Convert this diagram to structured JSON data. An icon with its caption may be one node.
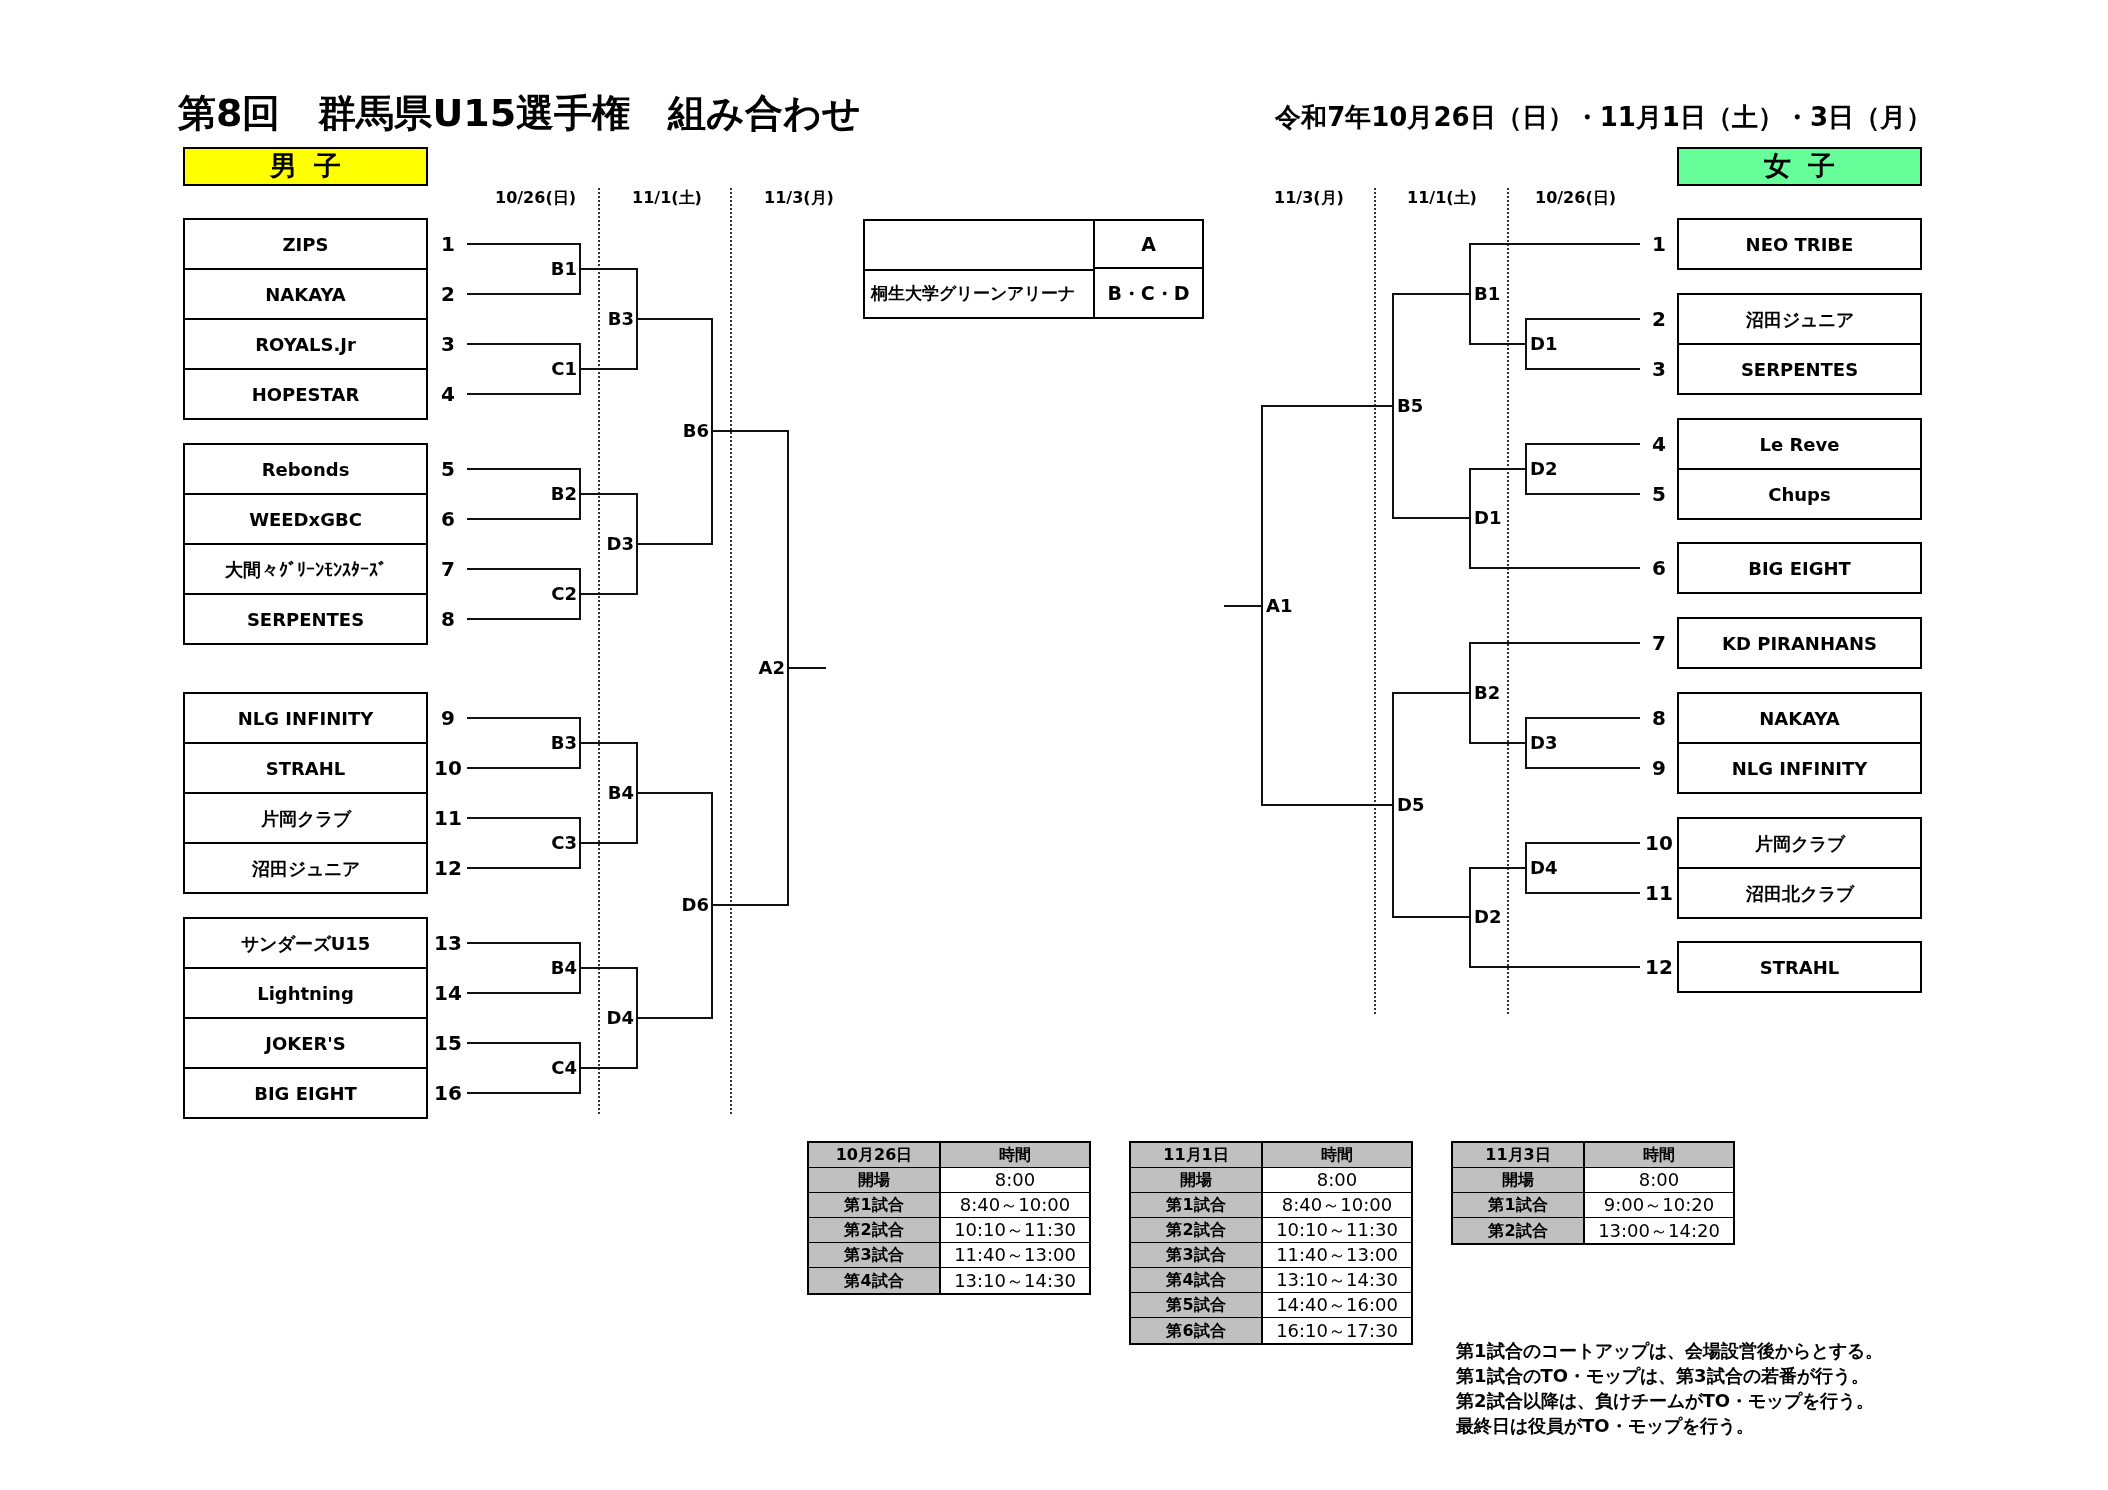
{
  "diagram": {
    "title": "第8回　群馬県U15選手権　組み合わせ",
    "nodes": [
      {
        "text": [
          "男子"
        ]
      },
      {
        "text": [
          "ZIPS"
        ],
        "beside": [
          "1"
        ]
      },
      {
        "text": [
          "NAKAYA"
        ],
        "beside": [
          "2"
        ]
      },
      {
        "text": [
          "ROYALS.Jr"
        ],
        "beside": [
          "3"
        ]
      },
      {
        "text": [
          "HOPESTAR"
        ],
        "beside": [
          "4"
        ]
      },
      {
        "text": [
          "Rebonds"
        ],
        "beside": [
          "5"
        ]
      },
      {
        "text": [
          "WEEDxGBC"
        ],
        "beside": [
          "6"
        ]
      },
      {
        "text": [
          "大間々ｸﾞﾘｰﾝﾓﾝｽﾀｰｽﾞ"
        ],
        "beside": [
          "7"
        ]
      },
      {
        "text": [
          "SERPENTES"
        ],
        "beside": [
          "8"
        ]
      },
      {
        "text": [
          "NLG INFINITY"
        ],
        "beside": [
          "9"
        ]
      },
      {
        "text": [
          "STRAHL"
        ],
        "beside": [
          "10"
        ]
      },
      {
        "text": [
          "片岡クラブ"
        ],
        "beside": [
          "11"
        ]
      },
      {
        "text": [
          "沼田ジュニア"
        ],
        "beside": [
          "12"
        ]
      },
      {
        "text": [
          "サンダーズU15"
        ],
        "beside": [
          "13"
        ]
      },
      {
        "text": [
          "Lightning"
        ],
        "beside": [
          "14"
        ]
      },
      {
        "text": [
          "JOKER'S"
        ],
        "beside": [
          "15"
        ]
      },
      {
        "text": [
          "BIG EIGHT"
        ],
        "beside": [
          "16"
        ]
      },
      {
        "text": [
          "B1"
        ]
      },
      {
        "text": [
          "C1"
        ]
      },
      {
        "text": [
          "B2"
        ]
      },
      {
        "text": [
          "C2"
        ]
      },
      {
        "text": [
          "B3"
        ]
      },
      {
        "text": [
          "C3"
        ]
      },
      {
        "text": [
          "B4"
        ]
      },
      {
        "text": [
          "C4"
        ]
      },
      {
        "text": [
          "B3"
        ]
      },
      {
        "text": [
          "D3"
        ]
      },
      {
        "text": [
          "B4"
        ]
      },
      {
        "text": [
          "D4"
        ]
      },
      {
        "text": [
          "B6"
        ]
      },
      {
        "text": [
          "D6"
        ]
      },
      {
        "text": [
          "A2"
        ]
      },
      {
        "text": [
          "女子"
        ]
      },
      {
        "text": [
          "NEO TRIBE"
        ],
        "beside": [
          "1"
        ]
      },
      {
        "text": [
          "沼田ジュニア"
        ],
        "beside": [
          "2"
        ]
      },
      {
        "text": [
          "SERPENTES"
        ],
        "beside": [
          "3"
        ]
      },
      {
        "text": [
          "Le Reve"
        ],
        "beside": [
          "4"
        ]
      },
      {
        "text": [
          "Chups"
        ],
        "beside": [
          "5"
        ]
      },
      {
        "text": [
          "BIG EIGHT"
        ],
        "beside": [
          "6"
        ]
      },
      {
        "text": [
          "KD PIRANHANS"
        ],
        "beside": [
          "7"
        ]
      },
      {
        "text": [
          "NAKAYA"
        ],
        "beside": [
          "8"
        ]
      },
      {
        "text": [
          "NLG INFINITY"
        ],
        "beside": [
          "9"
        ]
      },
      {
        "text": [
          "片岡クラブ"
        ],
        "beside": [
          "10"
        ]
      },
      {
        "text": [
          "沼田北クラブ"
        ],
        "beside": [
          "11"
        ]
      },
      {
        "text": [
          "STRAHL"
        ],
        "beside": [
          "12"
        ]
      },
      {
        "text": [
          "D1"
        ]
      },
      {
        "text": [
          "D2"
        ]
      },
      {
        "text": [
          "D3"
        ]
      },
      {
        "text": [
          "D4"
        ]
      },
      {
        "text": [
          "B1"
        ]
      },
      {
        "text": [
          "D1"
        ]
      },
      {
        "text": [
          "B2"
        ]
      },
      {
        "text": [
          "D2"
        ]
      },
      {
        "text": [
          "B5"
        ]
      },
      {
        "text": [
          "D5"
        ]
      },
      {
        "text": [
          "A1"
        ]
      }
    ],
    "edges": [
      {
        "from": 1,
        "to": 17,
        "arrow": "none"
      },
      {
        "from": 2,
        "to": 17,
        "arrow": "none"
      },
      {
        "from": 3,
        "to": 18,
        "arrow": "none"
      },
      {
        "from": 4,
        "to": 18,
        "arrow": "none"
      },
      {
        "from": 5,
        "to": 19,
        "arrow": "none"
      },
      {
        "from": 6,
        "to": 19,
        "arrow": "none"
      },
      {
        "from": 7,
        "to": 20,
        "arrow": "none"
      },
      {
        "from": 8,
        "to": 20,
        "arrow": "none"
      },
      {
        "from": 9,
        "to": 21,
        "arrow": "none"
      },
      {
        "from": 10,
        "to": 21,
        "arrow": "none"
      },
      {
        "from": 11,
        "to": 22,
        "arrow": "none"
      },
      {
        "from": 12,
        "to": 22,
        "arrow": "none"
      },
      {
        "from": 13,
        "to": 23,
        "arrow": "none"
      },
      {
        "from": 14,
        "to": 23,
        "arrow": "none"
      },
      {
        "from": 15,
        "to": 24,
        "arrow": "none"
      },
      {
        "from": 16,
        "to": 24,
        "arrow": "none"
      },
      {
        "from": 17,
        "to": 25,
        "arrow": "none"
      },
      {
        "from": 18,
        "to": 25,
        "arrow": "none"
      },
      {
        "from": 19,
        "to": 26,
        "arrow": "none"
      },
      {
        "from": 20,
        "to": 26,
        "arrow": "none"
      },
      {
        "from": 21,
        "to": 27,
        "arrow": "none"
      },
      {
        "from": 22,
        "to": 27,
        "arrow": "none"
      },
      {
        "from": 23,
        "to": 28,
        "arrow": "none"
      },
      {
        "from": 24,
        "to": 28,
        "arrow": "none"
      },
      {
        "from": 25,
        "to": 29,
        "arrow": "none"
      },
      {
        "from": 26,
        "to": 29,
        "arrow": "none"
      },
      {
        "from": 27,
        "to": 30,
        "arrow": "none"
      },
      {
        "from": 28,
        "to": 30,
        "arrow": "none"
      },
      {
        "from": 29,
        "to": 31,
        "arrow": "none"
      },
      {
        "from": 30,
        "to": 31,
        "arrow": "none"
      },
      {
        "from": 31,
        "to": null,
        "arrow": "none"
      },
      {
        "from": 34,
        "to": 45,
        "arrow": "none"
      },
      {
        "from": 35,
        "to": 45,
        "arrow": "none"
      },
      {
        "from": 36,
        "to": 46,
        "arrow": "none"
      },
      {
        "from": 37,
        "to": 46,
        "arrow": "none"
      },
      {
        "from": 40,
        "to": 47,
        "arrow": "none"
      },
      {
        "from": 41,
        "to": 47,
        "arrow": "none"
      },
      {
        "from": 42,
        "to": 48,
        "arrow": "none"
      },
      {
        "from": 43,
        "to": 48,
        "arrow": "none"
      },
      {
        "from": 33,
        "to": 49,
        "arrow": "none"
      },
      {
        "from": 45,
        "to": 49,
        "arrow": "none"
      },
      {
        "from": 46,
        "to": 50,
        "arrow": "none"
      },
      {
        "from": 38,
        "to": 50,
        "arrow": "none"
      },
      {
        "from": 39,
        "to": 51,
        "arrow": "none"
      },
      {
        "from": 47,
        "to": 51,
        "arrow": "none"
      },
      {
        "from": 48,
        "to": 52,
        "arrow": "none"
      },
      {
        "from": 44,
        "to": 52,
        "arrow": "none"
      },
      {
        "from": 49,
        "to": 53,
        "arrow": "none"
      },
      {
        "from": 50,
        "to": 53,
        "arrow": "none"
      },
      {
        "from": 51,
        "to": 54,
        "arrow": "none"
      },
      {
        "from": 52,
        "to": 54,
        "arrow": "none"
      },
      {
        "from": 53,
        "to": 55,
        "arrow": "none"
      },
      {
        "from": 54,
        "to": 55,
        "arrow": "none"
      },
      {
        "from": 55,
        "to": null,
        "arrow": "none"
      }
    ],
    "labels": [
      "令和7年10月26日（日）・11月1日（土）・3日（月）",
      "10/26(日)",
      "11/1(土)",
      "11/3(月)",
      "11/3(月)",
      "11/1(土)",
      "10/26(日)",
      "A",
      "桐生大学グリーンアリーナ",
      "B・C・D",
      "10月26日",
      "時間",
      "開場",
      "8:00",
      "第1試合",
      "8:40～10:00",
      "第2試合",
      "10:10～11:30",
      "第3試合",
      "11:40～13:00",
      "第4試合",
      "13:10～14:30",
      "11月1日",
      "時間",
      "開場",
      "8:00",
      "第1試合",
      "8:40～10:00",
      "第2試合",
      "10:10～11:30",
      "第3試合",
      "11:40～13:00",
      "第4試合",
      "13:10～14:30",
      "第5試合",
      "14:40～16:00",
      "第6試合",
      "16:10～17:30",
      "11月3日",
      "時間",
      "開場",
      "8:00",
      "第1試合",
      "9:00～10:20",
      "第2試合",
      "13:00～14:20",
      "第1試合のコートアップは、会場設営後からとする。",
      "第1試合のTO・モップは、第3試合の若番が行う。",
      "第2試合以降は、負けチームがTO・モップを行う。",
      "最終日は役員がTO・モップを行う。"
    ]
  }
}
